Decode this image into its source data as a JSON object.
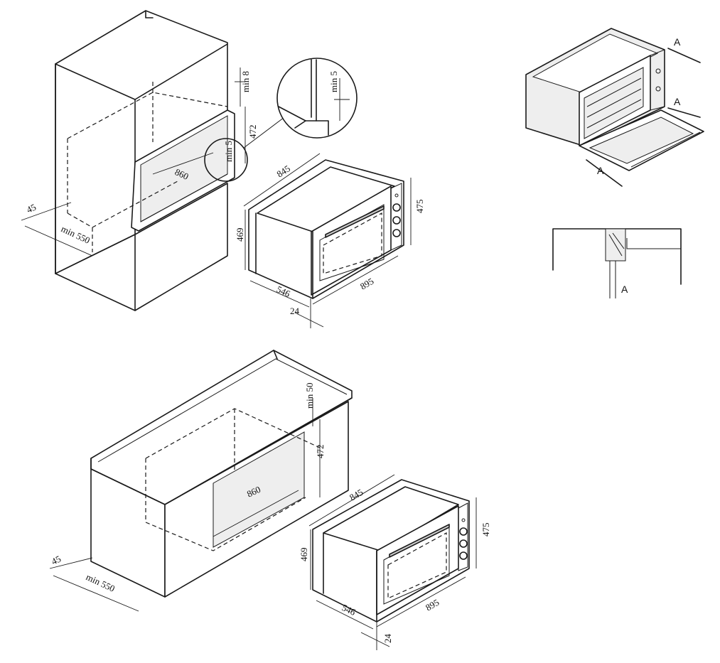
{
  "diagram": {
    "top_cabinet": {
      "dims": {
        "pin8": "min 8",
        "d472": "472",
        "d860": "860",
        "min5": "min 5",
        "d45": "45",
        "min550": "min 550"
      },
      "detail": {
        "min5": "min 5"
      }
    },
    "top_oven": {
      "dims": {
        "d845": "845",
        "d475": "475",
        "d469": "469",
        "d546": "546",
        "d895": "895",
        "d24": "24"
      }
    },
    "counter_cabinet": {
      "dims": {
        "min50": "min 50",
        "d472": "472",
        "d860": "860",
        "d45": "45",
        "min550": "min 550"
      }
    },
    "counter_oven": {
      "dims": {
        "d845": "845",
        "d475": "475",
        "d469": "469",
        "d546": "546",
        "d895": "895",
        "d24": "24"
      }
    },
    "screw_view": {
      "a1": "A",
      "a2": "A",
      "a3": "A"
    },
    "section_view": {
      "a": "A"
    }
  }
}
